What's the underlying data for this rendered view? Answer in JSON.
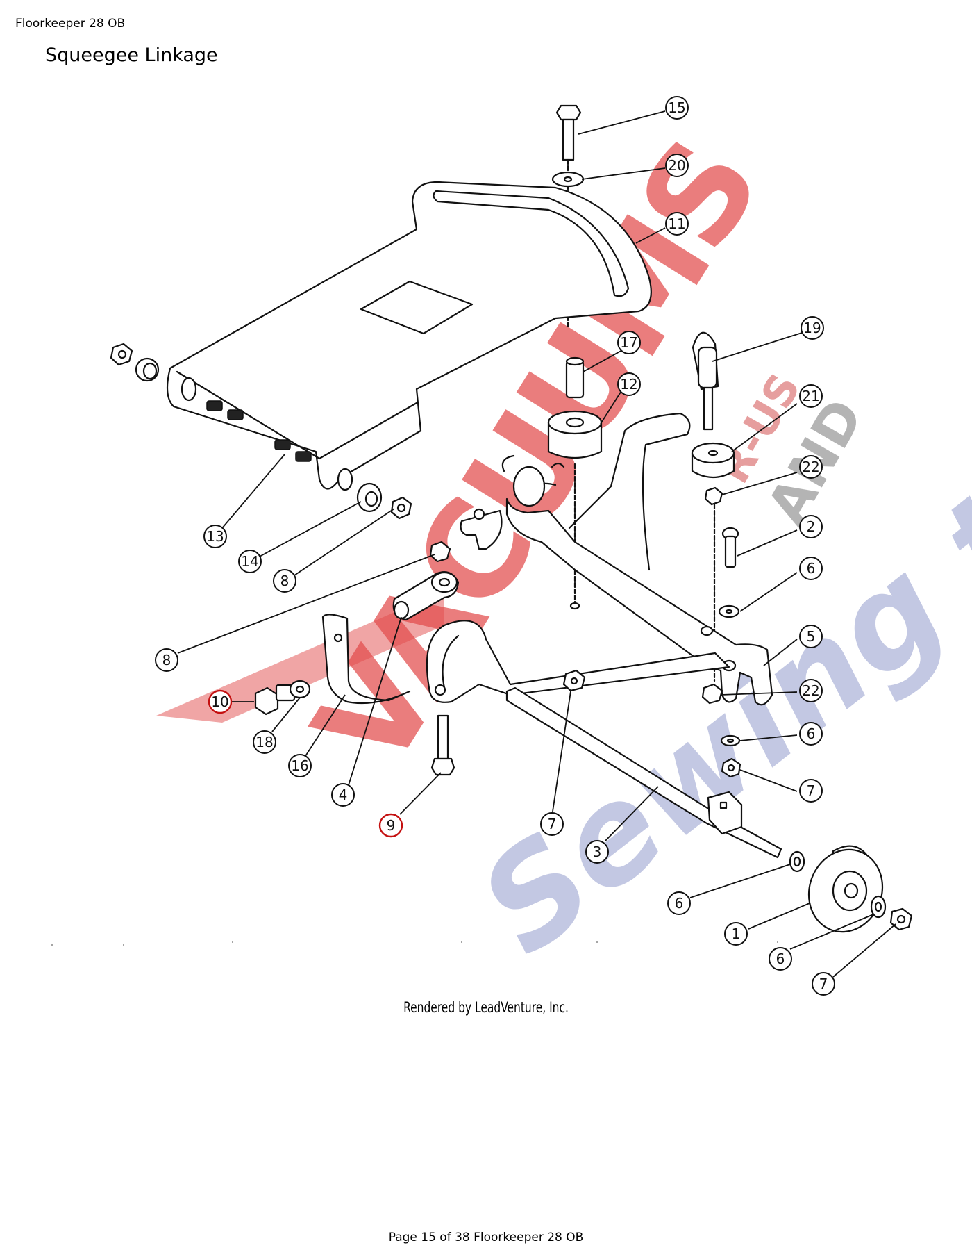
{
  "header": {
    "model": "Floorkeeper 28 OB"
  },
  "page_title": "Squeegee Linkage",
  "credit": "Rendered by LeadVenture, Inc.",
  "footer": "Page 15 of 38 Floorkeeper 28 OB",
  "watermark": {
    "line1": "VACUUMS",
    "line2": "R-US",
    "line3": "AND",
    "line4": "Sewing too"
  },
  "callouts": [
    {
      "id": "c15",
      "label": "15"
    },
    {
      "id": "c20",
      "label": "20"
    },
    {
      "id": "c11",
      "label": "11"
    },
    {
      "id": "c17",
      "label": "17"
    },
    {
      "id": "c12",
      "label": "12"
    },
    {
      "id": "c19",
      "label": "19"
    },
    {
      "id": "c21",
      "label": "21"
    },
    {
      "id": "c22a",
      "label": "22"
    },
    {
      "id": "c2",
      "label": "2"
    },
    {
      "id": "c6a",
      "label": "6"
    },
    {
      "id": "c5",
      "label": "5"
    },
    {
      "id": "c22b",
      "label": "22"
    },
    {
      "id": "c6b",
      "label": "6"
    },
    {
      "id": "c7a",
      "label": "7"
    },
    {
      "id": "c13",
      "label": "13"
    },
    {
      "id": "c14",
      "label": "14"
    },
    {
      "id": "c8a",
      "label": "8"
    },
    {
      "id": "c8b",
      "label": "8"
    },
    {
      "id": "c10",
      "label": "10",
      "red": true
    },
    {
      "id": "c18",
      "label": "18"
    },
    {
      "id": "c16",
      "label": "16"
    },
    {
      "id": "c4",
      "label": "4"
    },
    {
      "id": "c9",
      "label": "9",
      "red": true
    },
    {
      "id": "c7b",
      "label": "7"
    },
    {
      "id": "c3",
      "label": "3"
    },
    {
      "id": "c6c",
      "label": "6"
    },
    {
      "id": "c1",
      "label": "1"
    },
    {
      "id": "c6d",
      "label": "6"
    },
    {
      "id": "c7c",
      "label": "7"
    }
  ]
}
